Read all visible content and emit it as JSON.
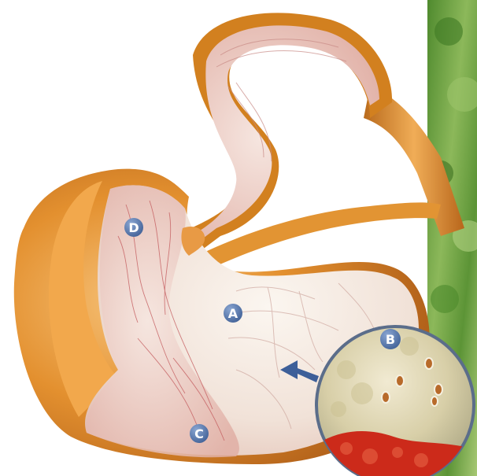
{
  "labels": {
    "a": "A",
    "b": "B",
    "c": "C",
    "d": "D"
  },
  "colors": {
    "background": "#ffffff",
    "outer_wall": "#e08a2a",
    "outer_wall_dark": "#b8611a",
    "outer_wall_light": "#f5b463",
    "mucosa": "#f4ece4",
    "mucosa_pink": "#e9c9c0",
    "vessels": "#c85a5a",
    "label_fill": "#5577aa",
    "arrow": "#3d5f99",
    "foliage": "#7aa84a",
    "blood": "#cc2a1a"
  },
  "icons": {
    "arrow": "arrow-left-icon"
  }
}
